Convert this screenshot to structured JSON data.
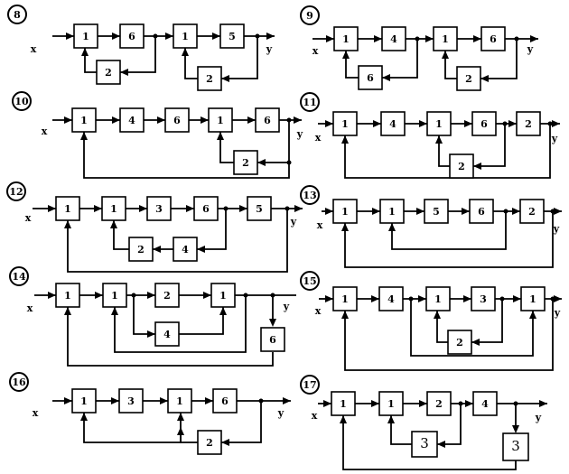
{
  "io_labels": {
    "input": "x",
    "output": "y"
  },
  "schemes": [
    {
      "number": "8",
      "blocks": [
        "1",
        "6",
        "2",
        "1",
        "5",
        "2"
      ]
    },
    {
      "number": "9",
      "blocks": [
        "1",
        "4",
        "6",
        "1",
        "6",
        "2"
      ]
    },
    {
      "number": "10",
      "blocks": [
        "1",
        "4",
        "6",
        "1",
        "6",
        "2"
      ]
    },
    {
      "number": "11",
      "blocks": [
        "1",
        "4",
        "1",
        "6",
        "2",
        "2"
      ]
    },
    {
      "number": "12",
      "blocks": [
        "1",
        "1",
        "3",
        "6",
        "5",
        "2",
        "4"
      ]
    },
    {
      "number": "13",
      "blocks": [
        "1",
        "1",
        "5",
        "6",
        "2"
      ]
    },
    {
      "number": "14",
      "blocks": [
        "1",
        "1",
        "2",
        "1",
        "4",
        "6"
      ]
    },
    {
      "number": "15",
      "blocks": [
        "1",
        "4",
        "1",
        "3",
        "1",
        "2"
      ]
    },
    {
      "number": "16",
      "blocks": [
        "1",
        "3",
        "1",
        "6",
        "2"
      ]
    },
    {
      "number": "17",
      "blocks": [
        "1",
        "1",
        "2",
        "4",
        "3",
        "3"
      ]
    }
  ]
}
